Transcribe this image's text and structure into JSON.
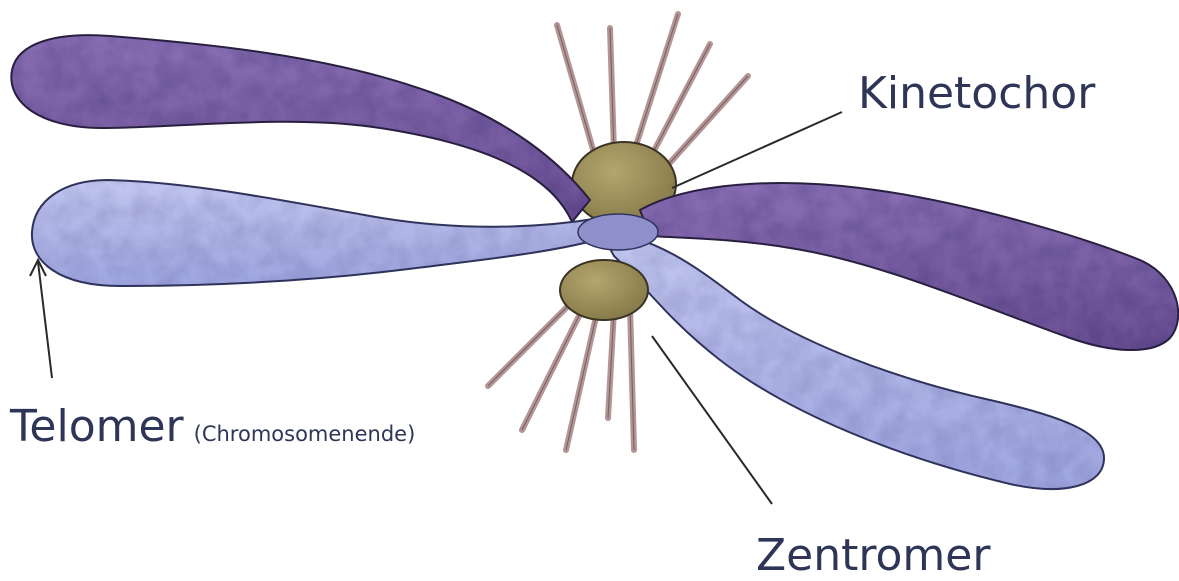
{
  "labels": {
    "kinetochor": "Kinetochor",
    "zentromer": "Zentromer",
    "telomer": "Telomer",
    "telomer_note": "(Chromosomenende)"
  },
  "colors": {
    "dark_chromatid": "#7a5fa3",
    "dark_chromatid_shade": "#5c4584",
    "light_chromatid": "#aeb4e6",
    "light_chromatid_shade": "#8d93cf",
    "kinetochore": "#978a55",
    "spindle_fiber": "#b49494",
    "pointer_line": "#2a2a2a",
    "label_text": "#2f3557"
  }
}
